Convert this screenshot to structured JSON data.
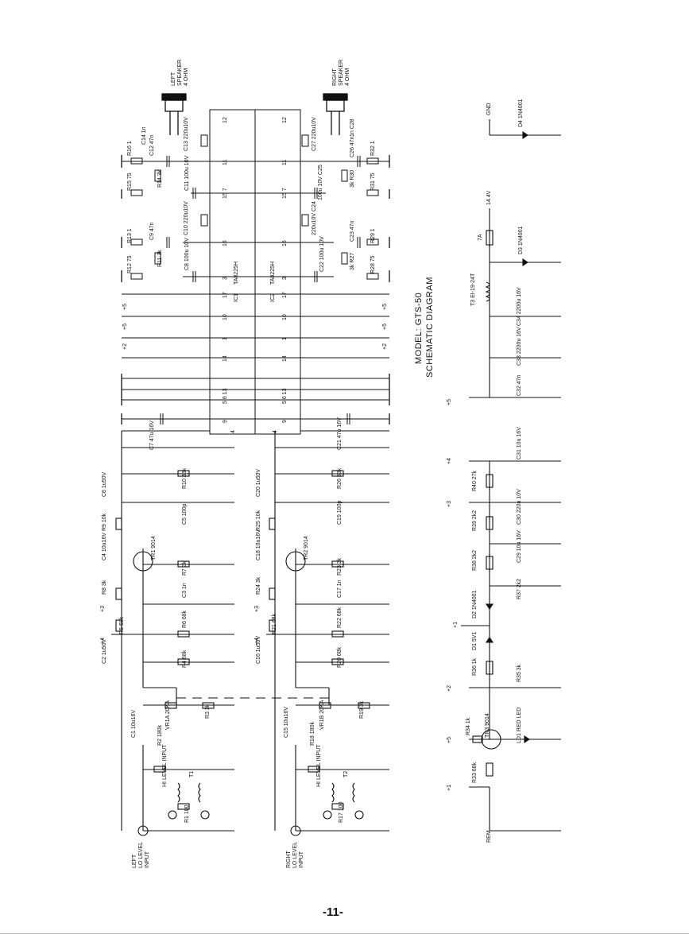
{
  "model_title": "MODEL: GTS-50",
  "diagram_title": "SCHEMATIC DIAGRAM",
  "page_number": "-11-",
  "ic1": {
    "name": "IC1",
    "part": "TA8225H"
  },
  "ic2": {
    "name": "IC2",
    "part": "TA8225H"
  },
  "ic_pins": [
    "12",
    "11",
    "15 7",
    "16",
    "3",
    "17",
    "10",
    "1",
    "14",
    "5 6 13",
    "9",
    "4"
  ],
  "speakers": {
    "left": {
      "line1": "LEFT",
      "line2": "SPEAKER",
      "line3": "4 OHM"
    },
    "right": {
      "line1": "RIGHT",
      "line2": "SPEAKER",
      "line3": "4 OHM"
    }
  },
  "inputs": {
    "left_lo": {
      "line1": "LEFT",
      "line2": "LO LEVEL",
      "line3": "INPUT"
    },
    "right_lo": {
      "line1": "RIGHT",
      "line2": "LO LEVEL",
      "line3": "INPUT"
    },
    "left_hi": "HI LEVEL INPUT",
    "right_hi": "HI LEVEL INPUT"
  },
  "left_channel_top": {
    "C14": "C14 1n",
    "C12": "C12 47n",
    "R16": "R16 1",
    "C13": "C13 220u10V",
    "R14": "R14 3k",
    "C11": "C11 100u 10V",
    "R15": "R15 75",
    "R13": "R13 1",
    "C9": "C9 47n",
    "C10": "C10 220u10V",
    "R11": "R11 3k",
    "C8": "C8 100u 10V",
    "R12": "R12 75",
    "C7": "C7 47u 16V"
  },
  "right_channel_top": {
    "C27": "C27 220u10V",
    "C28": "1n C28",
    "C26": "C26 47n",
    "R32": "R32 1",
    "C25": "100u 10V C25",
    "R30": "3k R30",
    "R31": "R31 75",
    "C24": "220u10V C24",
    "C23": "C23 47n",
    "R29": "R29 1",
    "C22": "C22 100u 10V",
    "R27": "3k R27",
    "R28": "R28 75",
    "C21": "C21 47u 16V"
  },
  "left_preamp": {
    "C6": "C6 1u50V",
    "R10": "R10 33k",
    "C5": "C5 100p",
    "R9": "R9 10k",
    "C4": "C4 10u16V",
    "TR1": "TR1 9014",
    "R7": "R7 3k",
    "R8": "R8 3k",
    "C3": "C3 1n",
    "R5": "R5 68k",
    "R6": "R6 68k",
    "C2": "C2 1u50V",
    "R4": "R4 68k",
    "C1": "C1 10u16V",
    "VR1A": "VR1A 20KA",
    "R3": "R3 3k",
    "R2": "R2 180k",
    "T1": "T1",
    "R1": "R1 100"
  },
  "right_preamp": {
    "C20": "C20 1u50V",
    "R26": "R26 33k",
    "C19": "C19 100p",
    "R25": "R25 10k",
    "C18": "C18 10u16V",
    "TR2": "TR2 9014",
    "R23": "R23 3k",
    "R24": "R24 3k",
    "C17": "C17 1n",
    "R21": "R21 68k",
    "R22": "R22 68k",
    "C16": "C16 1u50V",
    "R20": "R20 68k",
    "C15": "C15 10u16V",
    "VR1B": "VR1B 20KA",
    "R19": "R19 3k",
    "R18": "R18 180k",
    "T2": "T2",
    "R17": "R17 100"
  },
  "power_supply": {
    "GND": "GND",
    "D4": "D4 1N4001",
    "V144": "14.4V",
    "F7A": "7A",
    "D3": "D3 1N4001",
    "T3": "T3 EI-19-24T",
    "C34": "C34 2200u 16V",
    "C33": "C33 2200u 16V",
    "C32": "C32 47n",
    "C31": "C31 10u 16V",
    "R40": "R40 27k",
    "C30": "C30 220u 10V",
    "R39": "R39 2k2",
    "C29": "C29 10u 16V",
    "R38": "R38 2k2",
    "R37": "R37 2k2",
    "D2": "D2 1N4001",
    "D1": "D1 5V1",
    "R36": "R36 1k",
    "R35": "R35 3k",
    "R34": "R34 1k",
    "TR3": "TR3 9014",
    "LD1": "LD1 RED LED",
    "R33": "R33 68k",
    "REM": "REM"
  },
  "rails": {
    "p1": "+1",
    "p2": "+2",
    "p3": "+3",
    "p4": "+4",
    "p5": "+5"
  }
}
